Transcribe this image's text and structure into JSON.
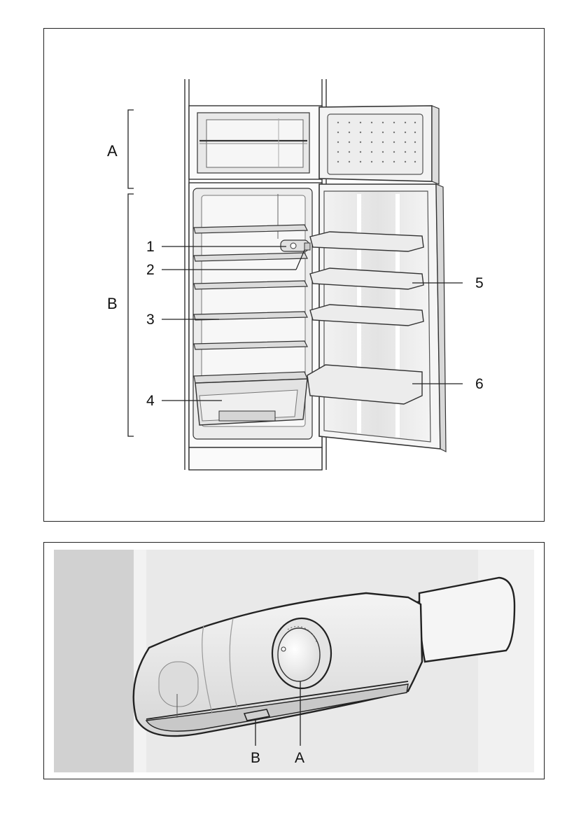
{
  "figure1": {
    "section_labels": {
      "freezer": "A",
      "fridge": "B"
    },
    "callouts": {
      "c1": "1",
      "c2": "2",
      "c3": "3",
      "c4": "4",
      "c5": "5",
      "c6": "6"
    }
  },
  "figure2": {
    "callouts": {
      "b": "B",
      "a": "A"
    }
  }
}
